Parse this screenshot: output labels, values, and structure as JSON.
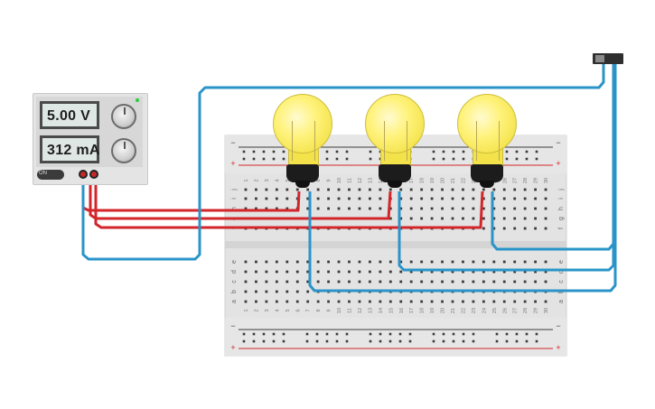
{
  "power_supply": {
    "voltage_display": "5.00 V",
    "current_display": "312 mA",
    "power_label": "ON",
    "knob_voltage": "voltage-knob",
    "knob_current": "current-knob"
  },
  "breadboard": {
    "top_row_letters": [
      "j",
      "i",
      "h",
      "g",
      "f"
    ],
    "bottom_row_letters": [
      "e",
      "d",
      "c",
      "b",
      "a"
    ],
    "column_numbers": [
      "1",
      "2",
      "3",
      "4",
      "5",
      "6",
      "7",
      "8",
      "9",
      "10",
      "11",
      "12",
      "13",
      "14",
      "15",
      "16",
      "17",
      "18",
      "19",
      "20",
      "21",
      "22",
      "23",
      "24",
      "25",
      "26",
      "27",
      "28",
      "29",
      "30"
    ],
    "rail_minus": "−",
    "rail_plus": "+"
  },
  "bulbs": [
    "light-bulb-1",
    "light-bulb-2",
    "light-bulb-3"
  ],
  "colors": {
    "wire_red": "#d3262b",
    "wire_blue": "#2a94c9",
    "board": "#e6e6e6",
    "bulb_glass": "#fff27a"
  }
}
